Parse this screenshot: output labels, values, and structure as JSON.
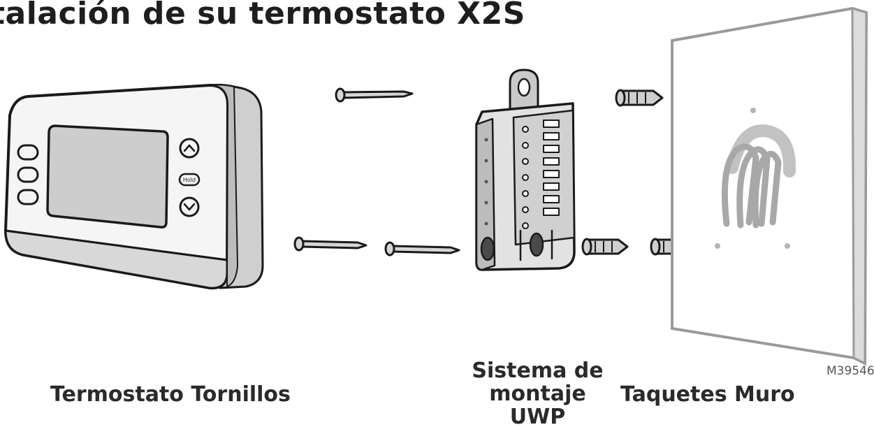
{
  "title": "talación de su termostato X2S",
  "labels": {
    "left": "Termostato Tornillos",
    "uwp_line1": "Sistema de",
    "uwp_line2": "montaje",
    "uwp_line3": "UWP",
    "right": "Taquetes Muro"
  },
  "thermostat_hold_label": "Hold",
  "figure_code": "M39546"
}
